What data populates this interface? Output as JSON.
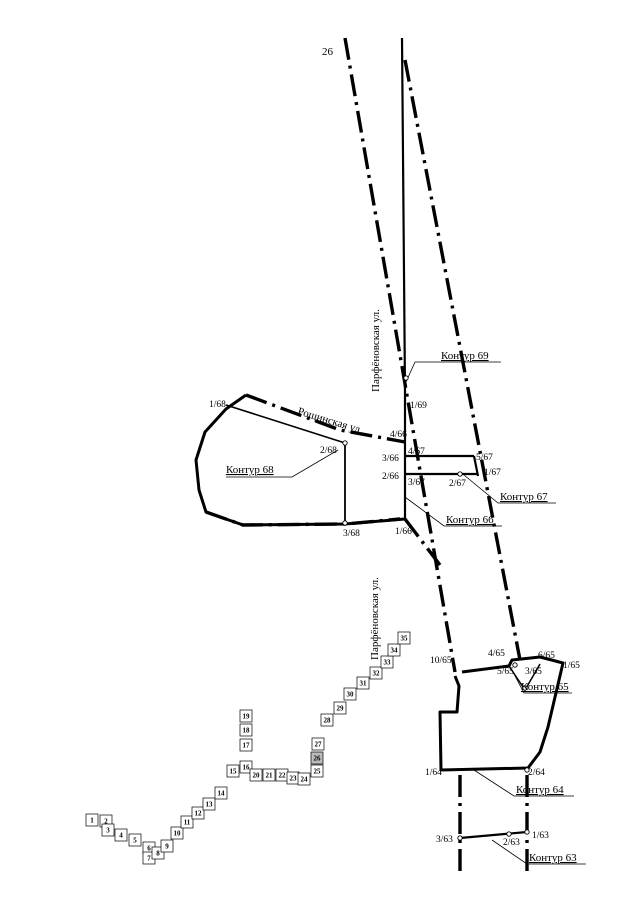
{
  "route_number": "26",
  "streets": {
    "parfenovskaya_upper": "Парфёновская ул.",
    "parfenovskaya_lower": "Парфёновская ул.",
    "roshchinskaya": "Рощинская ул."
  },
  "contours": {
    "c69": "Контур  69",
    "c68": "Контур  68",
    "c67": "Контур  67",
    "c66": "Контур  66",
    "c65": "Контур  65",
    "c64": "Контур  64",
    "c63": "Контур  63"
  },
  "points": {
    "p1_69": "1/69",
    "p1_68": "1/68",
    "p4_66": "4/66",
    "p2_68": "2/68",
    "p3_66": "3/66",
    "p4_67": "4/67",
    "p5_67": "5/67",
    "p1_67": "1/67",
    "p2_66": "2/66",
    "p3_67": "3/67",
    "p2_67": "2/67",
    "p3_68": "3/68",
    "p1_66": "1/66",
    "p10_65": "10/65",
    "p4_65": "4/65",
    "p6_65": "6/65",
    "p1_65": "1/65",
    "p5_65": "5/65",
    "p3_65": "3/65",
    "p1_64": "1/64",
    "p2_64": "2/64",
    "p3_63": "3/63",
    "p1_63": "1/63",
    "p2_63": "2/63"
  },
  "sheet_index": [
    "1",
    "2",
    "3",
    "4",
    "5",
    "6",
    "7",
    "8",
    "9",
    "10",
    "11",
    "12",
    "13",
    "14",
    "15",
    "16",
    "17",
    "18",
    "19",
    "20",
    "21",
    "22",
    "23",
    "24",
    "25",
    "26",
    "27",
    "28",
    "29",
    "30",
    "31",
    "32",
    "33",
    "34",
    "35"
  ]
}
